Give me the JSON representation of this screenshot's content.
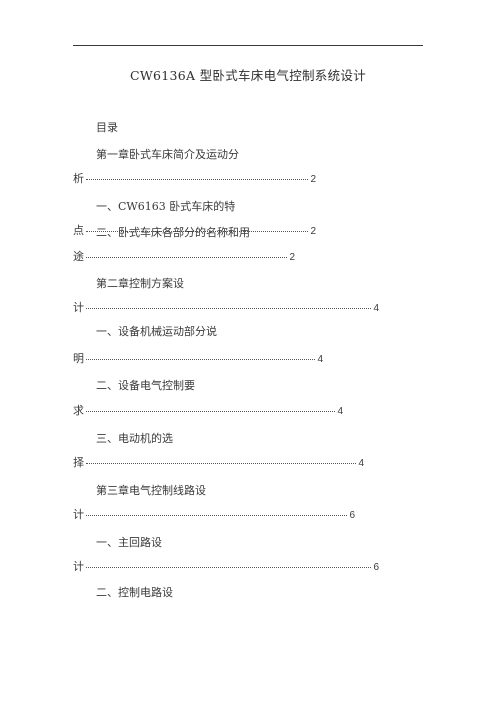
{
  "document": {
    "title": "CW6136A 型卧式车床电气控制系统设计",
    "toc_heading": "目录"
  },
  "toc": [
    {
      "first": "第一章卧式车床简介及运动分",
      "tail": "析",
      "page": "2"
    },
    {
      "first": "一、CW6163 卧式车床的特",
      "tail": "点",
      "page": "2"
    },
    {
      "first": "二、卧式车床各部分的名称和用",
      "tail": "途",
      "page": "2"
    },
    {
      "first": "第二章控制方案设",
      "tail": "计",
      "page": "4"
    },
    {
      "first": "一、设备机械运动部分说",
      "tail": "明",
      "page": "4"
    },
    {
      "first": "二、设备电气控制要",
      "tail": "求",
      "page": "4"
    },
    {
      "first": "三、电动机的选",
      "tail": "择",
      "page": "4"
    },
    {
      "first": "第三章电气控制线路设",
      "tail": "计",
      "page": "6"
    },
    {
      "first": "一、主回路设",
      "tail": "计",
      "page": "6"
    },
    {
      "first": "二、控制电路设",
      "tail": "",
      "page": ""
    }
  ]
}
